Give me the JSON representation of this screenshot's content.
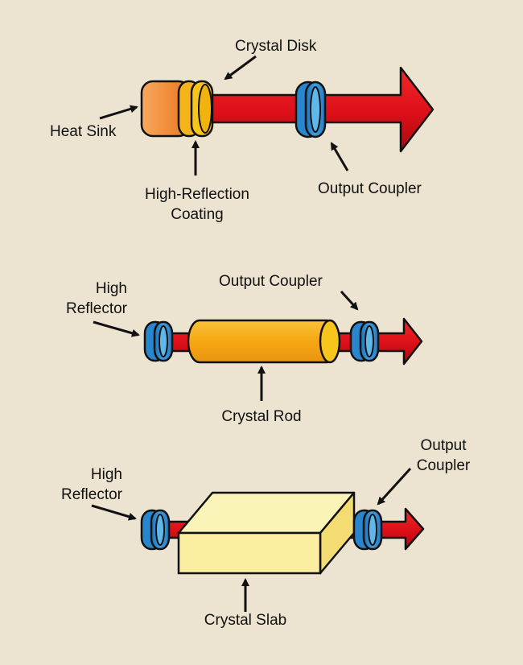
{
  "colors": {
    "background": "#ece3d0",
    "beam_red": "#e0101b",
    "beam_red_dark": "#a80a12",
    "mirror_blue": "#2a8ad0",
    "mirror_blue_light": "#66bde8",
    "heat_sink_orange": "#f2953f",
    "crystal_yellow": "#f7c51c",
    "rod_orange": "#f6a813",
    "slab_yellow": "#fbf0a4",
    "outline": "#111111"
  },
  "disk_laser": {
    "crystal_disk": "Crystal Disk",
    "heat_sink": "Heat Sink",
    "hr_coating_line1": "High-Reflection",
    "hr_coating_line2": "Coating",
    "output_coupler": "Output Coupler"
  },
  "rod_laser": {
    "high_reflector_line1": "High",
    "high_reflector_line2": "Reflector",
    "output_coupler": "Output Coupler",
    "crystal_rod": "Crystal Rod"
  },
  "slab_laser": {
    "high_reflector_line1": "High",
    "high_reflector_line2": "Reflector",
    "output_coupler_line1": "Output",
    "output_coupler_line2": "Coupler",
    "crystal_slab": "Crystal Slab"
  }
}
